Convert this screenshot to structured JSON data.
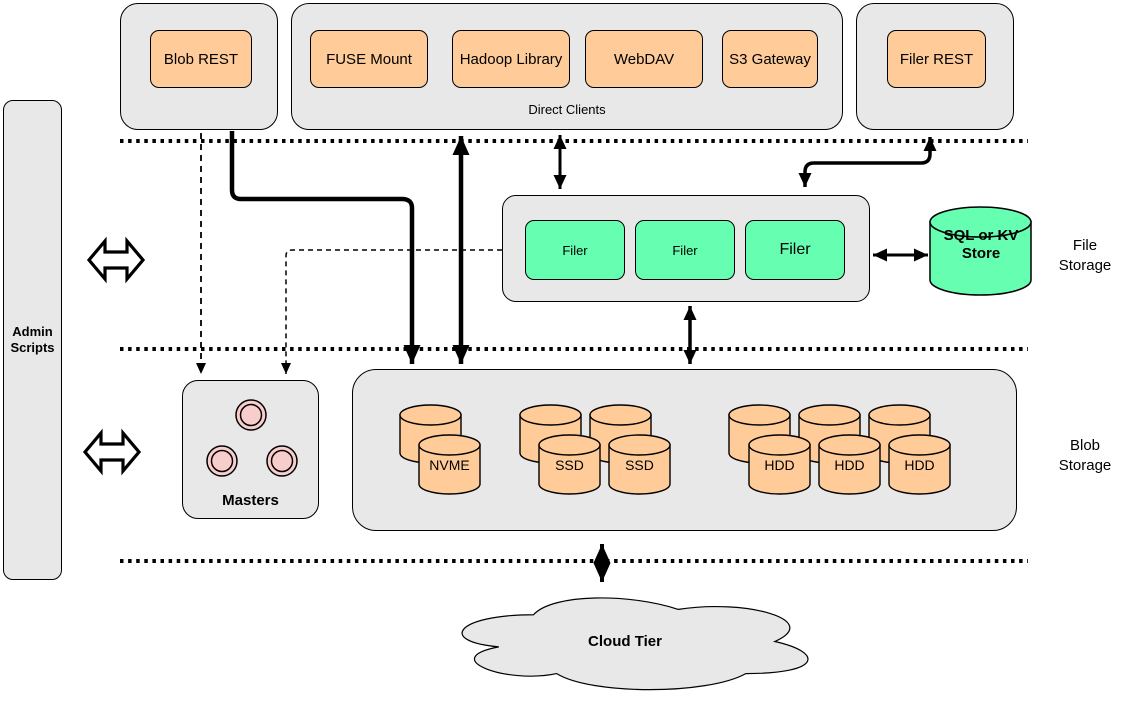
{
  "admin_panel": {
    "label": "Admin Scripts"
  },
  "top_row": {
    "blob_rest_label": "Blob REST",
    "direct_clients_label": "Direct Clients",
    "direct_clients_items": [
      "FUSE Mount",
      "Hadoop Library",
      "WebDAV",
      "S3 Gateway"
    ],
    "filer_rest_label": "Filer REST"
  },
  "file_storage": {
    "section_label": "File Storage",
    "filer_labels": [
      "Filer",
      "Filer",
      "Filer"
    ],
    "store_label": "SQL or KV Store"
  },
  "blob_storage": {
    "section_label": "Blob Storage",
    "masters_label": "Masters",
    "volume_labels": [
      "NVME",
      "SSD",
      "SSD",
      "HDD",
      "HDD",
      "HDD"
    ]
  },
  "cloud_tier": {
    "label": "Cloud Tier"
  },
  "colors": {
    "container_fill": "#e8e8e8",
    "client_fill": "#ffcc99",
    "filer_fill": "#66ffb2",
    "master_fill": "#f8cecc",
    "stroke": "#000000",
    "background": "#ffffff"
  }
}
